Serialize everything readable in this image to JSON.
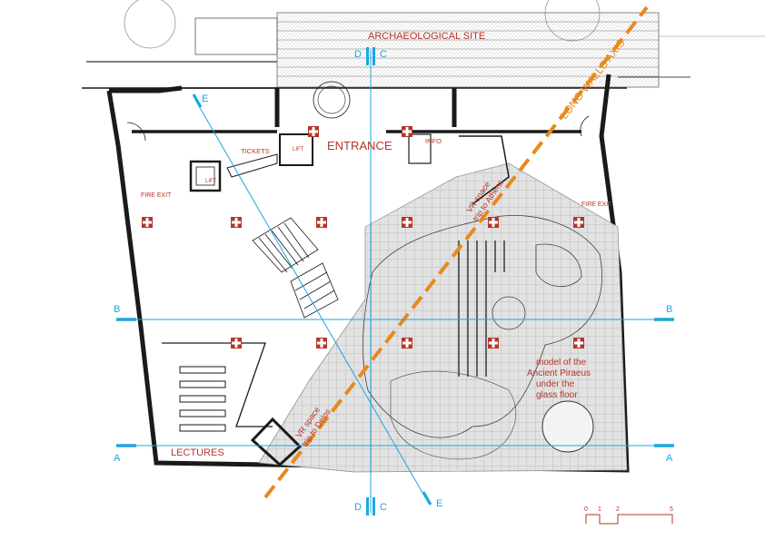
{
  "site": {
    "archaeological_site": "ARCHAEOLOGICAL SITE",
    "entrance": "ENTRANCE",
    "tickets": "TICKETS",
    "lift_left": "LIFT",
    "lift_center": "LIFT",
    "info": "INFO",
    "fire_exit_left": "FIRE EXIT",
    "fire_exit_right": "FIRE EXIT",
    "lectures": "LECTURES",
    "long_walls_axis": "LONG WALLS AXIS",
    "vr_athens_line1": "VR space",
    "vr_athens_line2": "trip to Athens",
    "vr_delos_line1": "VR space",
    "vr_delos_line2": "trip to Delos",
    "model_line1": "model of the",
    "model_line2": "Ancient Piraeus",
    "model_line3": "under the",
    "model_line4": "glass floor"
  },
  "section_markers": {
    "d_top": "D",
    "c_top": "C",
    "d_bottom": "D",
    "c_bottom": "C",
    "e_top": "E",
    "e_bottom": "E",
    "b_left": "B",
    "b_right": "B",
    "a_left": "A",
    "a_right": "A"
  },
  "scale_bar": {
    "tick_0": "0",
    "tick_1": "1",
    "tick_2": "2",
    "tick_5": "5"
  },
  "colors": {
    "accent_red": "#b5352a",
    "section_blue": "#1ba7e0",
    "axis_orange": "#e8891c",
    "wall": "#1a1a1a",
    "grid_fill": "#e2e2e2"
  },
  "icons": [
    "fire-extinguisher-cross-icon",
    "lift-icon",
    "circular-feature-icon"
  ]
}
